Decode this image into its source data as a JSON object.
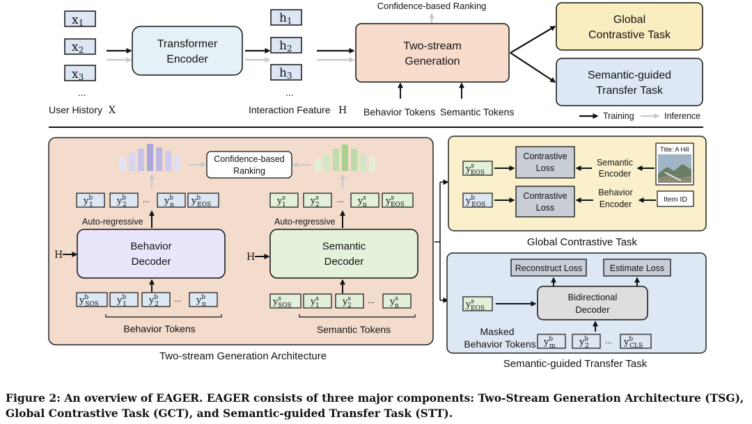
{
  "top": {
    "user_history_tokens": [
      "x",
      "x",
      "x"
    ],
    "user_history_subs": [
      "1",
      "2",
      "3"
    ],
    "ellipsis": "...",
    "user_history_label": "User History",
    "user_history_symbol": "X",
    "transformer_encoder": [
      "Transformer",
      "Encoder"
    ],
    "interaction_tokens": [
      "h",
      "h",
      "h"
    ],
    "interaction_subs": [
      "1",
      "2",
      "3"
    ],
    "interaction_label": "Interaction Feature",
    "interaction_symbol": "H",
    "confidence_ranking": "Confidence-based Ranking",
    "two_stream": [
      "Two-stream",
      "Generation"
    ],
    "behavior_tokens": "Behavior Tokens",
    "semantic_tokens": "Semantic Tokens",
    "global_task": [
      "Global",
      "Contrastive Task"
    ],
    "semantic_task": [
      "Semantic-guided",
      "Transfer Task"
    ],
    "legend_training": "Training",
    "legend_inference": "Inference"
  },
  "tsg": {
    "ranking": [
      "Confidence-based",
      "Ranking"
    ],
    "auto_regressive": "Auto-regressive",
    "behavior_decoder": [
      "Behavior",
      "Decoder"
    ],
    "semantic_decoder": [
      "Semantic",
      "Decoder"
    ],
    "h_label": "H",
    "behavior_tokens": "Behavior Tokens",
    "semantic_tokens": "Semantic Tokens",
    "title": "Two-stream Generation Architecture"
  },
  "gct": {
    "contrastive_loss": [
      "Contrastive",
      "Loss"
    ],
    "semantic_encoder": [
      "Semantic",
      "Encoder"
    ],
    "behavior_encoder": [
      "Behavior",
      "Encoder"
    ],
    "item_title": "Title: A Hill",
    "item_id": "Item ID",
    "title": "Global Contrastive Task"
  },
  "stt": {
    "reconstruct_loss": "Reconstruct Loss",
    "estimate_loss": "Estimate Loss",
    "bidirectional_decoder": [
      "Bidirectional",
      "Decoder"
    ],
    "masked": [
      "Masked",
      "Behavior Tokens"
    ],
    "title": "Semantic-guided Transfer Task"
  },
  "caption": {
    "line1": "Figure 2: An overview of EAGER. EAGER consists of three major components: Two-Stream Generation Architecture (TSG),",
    "line2": "Global Contrastive Task (GCT), and Semantic-guided Transfer Task (STT)."
  },
  "colors": {
    "transformer": "#e4f2f8",
    "two_stream": "#f8dccb",
    "global": "#faeec0",
    "semantic_task": "#dde8f4",
    "tsg_bg": "#f4dccd",
    "behavior_decoder": "#e8e6fb",
    "semantic_decoder": "#e4f2db",
    "gct_bg": "#faf1cc",
    "stt_bg": "#dde8f4",
    "loss_box": "#c9ced6",
    "token_behavior": "#dde6f3",
    "token_semantic": "#e2f0da"
  }
}
